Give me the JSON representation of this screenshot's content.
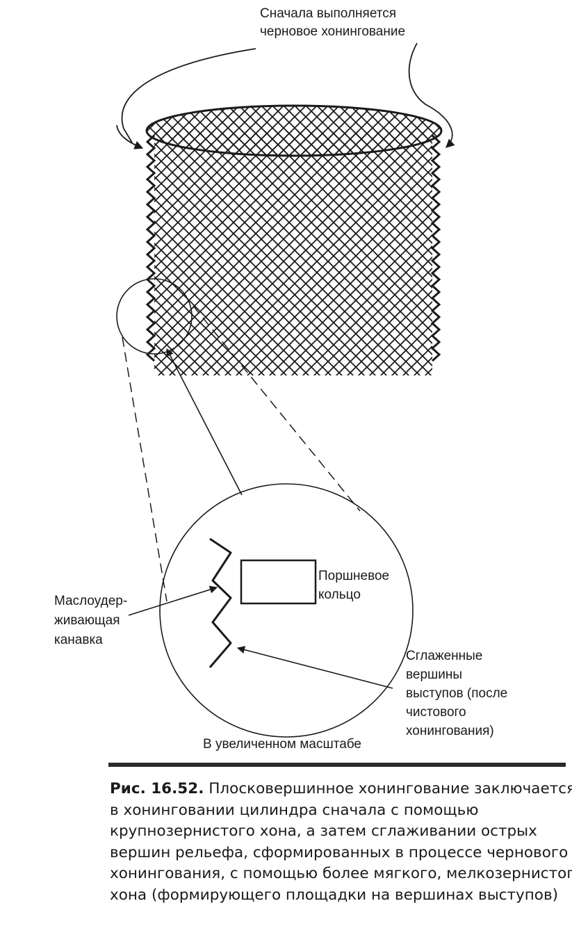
{
  "labels": {
    "top_note": [
      "Сначала выполняется",
      "черновое хонингование"
    ],
    "piston_ring": [
      "Поршневое",
      "кольцо"
    ],
    "oil_groove": [
      "Маслоудер-",
      "живающая",
      "канавка"
    ],
    "smoothed_peaks": [
      "Сглаженные",
      "вершины",
      "выступов (после",
      "чистового",
      "хонингования)"
    ],
    "magnified": "В увеличенном масштабе"
  },
  "caption": {
    "number": "Рис. 16.52.",
    "lines": [
      "Плосковершинное хонингование заключается",
      "в хонинговании цилиндра сначала с помощью",
      "крупнозернистого хона, а затем сглаживании острых",
      "вершин рельефа, сформированных в процессе чернового",
      "хонингования, с помощью более мягкого, мелкозернистого",
      "хона (формирующего площадки на вершинах выступов)"
    ]
  }
}
